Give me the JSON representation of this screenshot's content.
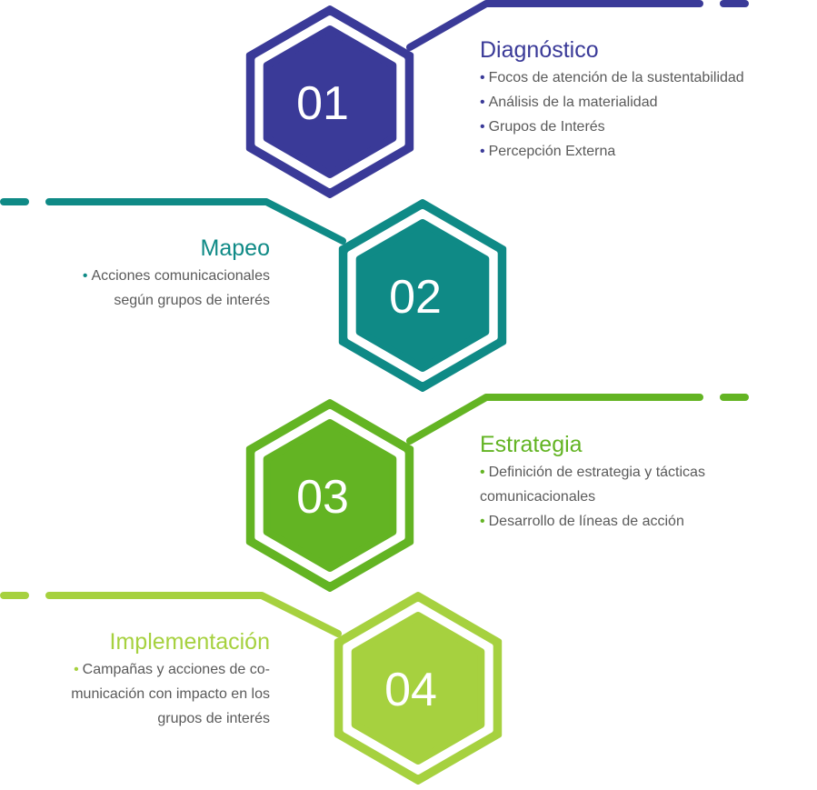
{
  "steps": [
    {
      "number": "01",
      "title": "Diagnóstico",
      "color": "#3a3a98",
      "items": [
        "Focos de atención de la sustentabilidad",
        "Análisis de la materialidad",
        "Grupos de Interés",
        "Percepción Externa"
      ]
    },
    {
      "number": "02",
      "title": "Mapeo",
      "color": "#0f8a86",
      "items": [
        "Acciones comunicacionales\nsegún grupos de interés"
      ]
    },
    {
      "number": "03",
      "title": "Estrategia",
      "color": "#63b423",
      "items": [
        "Definición de estrategia y tácticas\ncomunicacionales",
        "Desarrollo de líneas de acción"
      ]
    },
    {
      "number": "04",
      "title": "Implementación",
      "color": "#a6d13f",
      "items": [
        "Campañas y acciones de co-\nmunicación con impacto en los\ngrupos de interés"
      ]
    }
  ]
}
